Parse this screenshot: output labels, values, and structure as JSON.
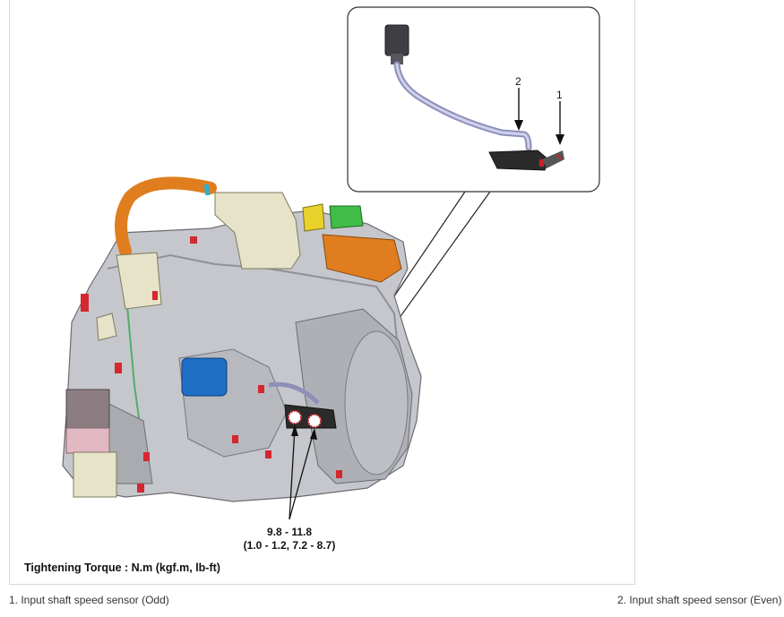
{
  "figure": {
    "callouts": [
      "1",
      "2"
    ],
    "torque_value_line1": "9.8 - 11.8",
    "torque_value_line2": "(1.0 - 1.2, 7.2 - 8.7)",
    "torque_heading": "Tightening Torque : N.m (kgf.m, lb-ft)"
  },
  "captions": [
    "1. Input shaft speed sensor (Odd)",
    "2. Input shaft speed sensor (Even)"
  ]
}
